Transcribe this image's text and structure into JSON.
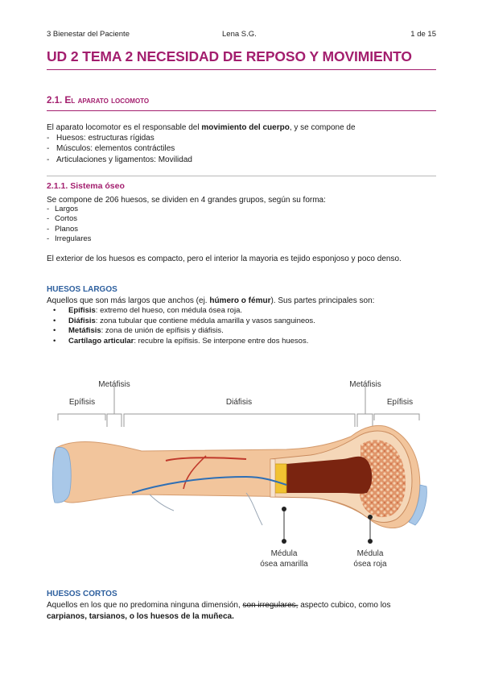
{
  "header": {
    "left": "3 Bienestar del Paciente",
    "center": "Lena S.G.",
    "right": "1 de 15"
  },
  "title": "UD 2  TEMA 2 NECESIDAD DE REPOSO Y MOVIMIENTO",
  "section": {
    "number": "2.1.",
    "title": "El aparato locomoto"
  },
  "intro": {
    "pre": "El aparato locomotor es el responsable del ",
    "bold": "movimiento del cuerpo",
    "post": ", y se compone de",
    "items": [
      "Huesos: estructuras rígidas",
      "Músculos: elementos contráctiles",
      "Articulaciones y ligamentos: Movilidad"
    ]
  },
  "subsection": {
    "title": "2.1.1. Sistema óseo",
    "text": "Se compone de 206 huesos, se dividen en 4 grandes grupos, según su forma:",
    "groups": [
      "Largos",
      "Cortos",
      "Planos",
      "Irregulares"
    ],
    "paragraph": "El exterior de los huesos es compacto, pero el interior la mayoria es tejido esponjoso y poco denso."
  },
  "long_bones": {
    "heading": "HUESOS LARGOS",
    "intro_pre": "Aquellos que son más largos que anchos (ej. ",
    "intro_bold": "húmero o fémur",
    "intro_post": "). Sus partes principales son:",
    "items": [
      {
        "term": "Epífisis",
        "desc": ": extremo del hueso, con médula ósea roja."
      },
      {
        "term": "Diáfisis",
        "desc": ": zona tubular que contiene médula amarilla y vasos sanguineos."
      },
      {
        "term": "Metáfisis",
        "desc": ": zona de unión de epífisis y diáfisis."
      },
      {
        "term": "Cartílago articular",
        "desc": ": recubre la epífisis. Se interpone entre dos huesos."
      }
    ]
  },
  "figure": {
    "labels": {
      "metafisis_left": "Metáfisis",
      "epifisis_left": "Epífisis",
      "diafisis": "Diáfisis",
      "metafisis_right": "Metáfisis",
      "epifisis_right": "Epífisis",
      "medula_amarilla_1": "Médula",
      "medula_amarilla_2": "ósea amarilla",
      "medula_roja_1": "Médula",
      "medula_roja_2": "ósea roja"
    },
    "colors": {
      "bone": "#f2c59c",
      "cartilage": "#a9c8e8",
      "spongy": "#d9875d",
      "yellow_marrow": "#f1c232",
      "red_marrow": "#7a2410",
      "vessel_red": "#c0392b",
      "vessel_blue": "#2e6fb5"
    }
  },
  "short_bones": {
    "heading": "HUESOS CORTOS",
    "line_pre": "Aquellos en los que no predomina ninguna dimensión, ",
    "line_strike": "son irregulares,",
    "line_post": " aspecto cubico, como los",
    "line_bold": "carpianos, tarsianos, o los huesos de la muñeca."
  },
  "colors": {
    "accent": "#a31e6e",
    "blue_heading": "#2d5f9e"
  }
}
